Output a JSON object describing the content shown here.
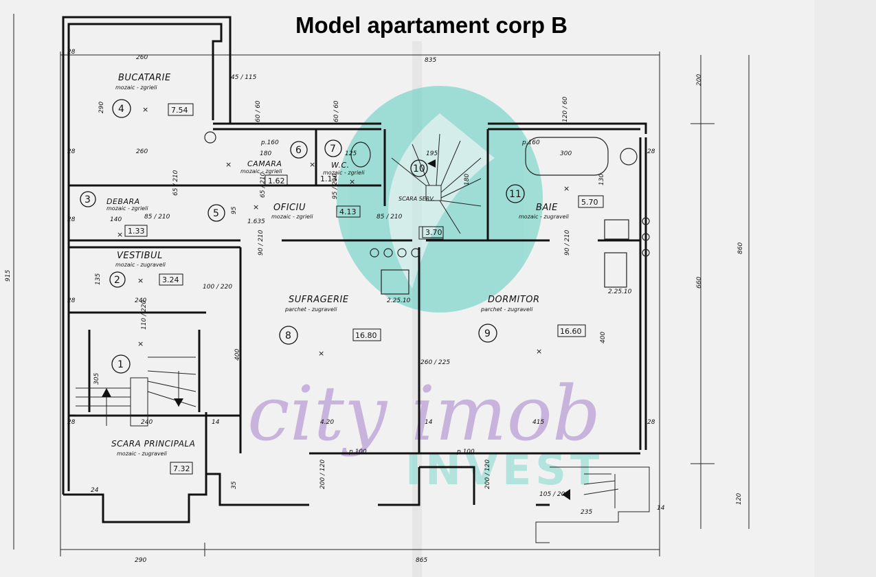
{
  "title": "Model apartament corp B",
  "watermark": {
    "script": "city imob",
    "block": "INVEST",
    "color_teal": "#4fc4b8",
    "color_violet": "#b89ad4"
  },
  "rooms": [
    {
      "id": "bucatarie",
      "num": "4",
      "name": "BUCATARIE",
      "finish": "mozaic - zgrieli",
      "area": "7.54"
    },
    {
      "id": "camara",
      "num": "6",
      "name": "CAMARA",
      "finish": "mozaic - zgrieli",
      "area": "1.62"
    },
    {
      "id": "wc",
      "num": "7",
      "name": "W.C.",
      "finish": "mozaic - zgrieli",
      "area": "1.13"
    },
    {
      "id": "scara-serv",
      "num": "10",
      "name": "SCARA SERV.",
      "finish": "",
      "area": "3.70"
    },
    {
      "id": "baie",
      "num": "11",
      "name": "BAIE",
      "finish": "mozaic - zugraveli",
      "area": "5.70"
    },
    {
      "id": "debara",
      "num": "3",
      "name": "DEBARA",
      "finish": "mozaic - zgrieli",
      "area": "1.33"
    },
    {
      "id": "oficiu",
      "num": "5",
      "name": "OFICIU",
      "finish": "mozaic - zgrieli",
      "area": "4.13"
    },
    {
      "id": "vestibul",
      "num": "2",
      "name": "VESTIBUL",
      "finish": "mozaic - zugraveli",
      "area": "3.24"
    },
    {
      "id": "sufragerie",
      "num": "8",
      "name": "SUFRAGERIE",
      "finish": "parchet - zugraveli",
      "area": "16.80"
    },
    {
      "id": "dormitor",
      "num": "9",
      "name": "DORMITOR",
      "finish": "parchet - zugraveli",
      "area": "16.60"
    },
    {
      "id": "scara-principala",
      "num": "1",
      "name": "SCARA PRINCIPALA",
      "finish": "mozaic - zugraveli",
      "area": "7.32"
    }
  ],
  "dimensions": {
    "top_total": "835",
    "bottom_left": "290",
    "bottom_total": "865",
    "left_total": "915",
    "right_top": "200",
    "right_mid": "660",
    "right_total": "860",
    "right_bottom": "120",
    "kitchen_width": "260",
    "kitchen_width_2": "260",
    "kitchen_height": "290",
    "camara_width": "180",
    "bath_width": "300",
    "debara_width": "140",
    "vestibul_width": "240",
    "vestibul_height": "135",
    "stair_height": "305",
    "stair_width": "240",
    "living_width": "4.20",
    "bedroom_width": "415",
    "living_height": "400",
    "bedroom_height": "400",
    "corr_width": "1.635",
    "wall_28": "28",
    "wall_14": "14",
    "window_p160": "p.160",
    "window_p100": "p.100",
    "door_100_220": "100 / 220",
    "door_260_225": "260 / 225",
    "door_85_210": "85 / 210",
    "door_90_210": "90 / 210",
    "door_110_220": "110 / 220",
    "door_95_210": "95 / 210",
    "door_65_210": "65 / 210",
    "door_200_120": "200 / 120",
    "door_105_20": "105 / 20",
    "stair_235": "235",
    "stove_225": "2.25.10",
    "win_120_60": "120 / 60",
    "win_60_60": "60 / 60",
    "win_45_115": "45 / 115",
    "small_95": "95",
    "small_35": "35",
    "small_125": "125",
    "small_195": "195",
    "small_180": "180",
    "small_130": "130",
    "small_24": "24"
  }
}
